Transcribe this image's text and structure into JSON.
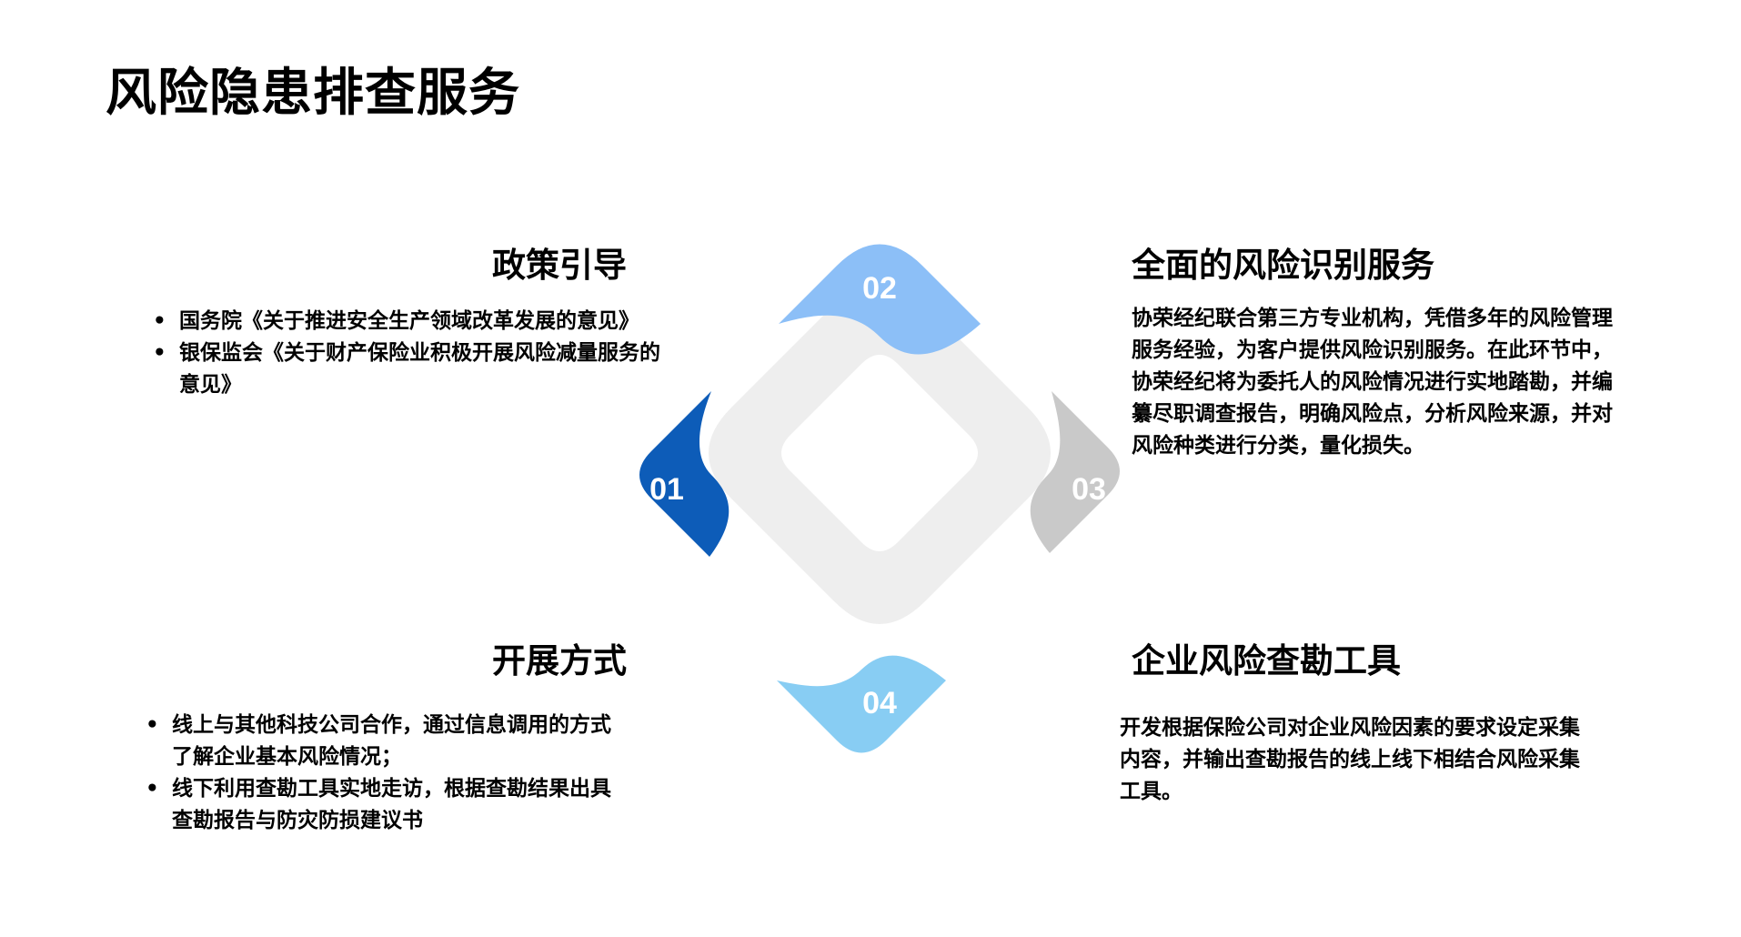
{
  "title": "风险隐患排查服务",
  "colors": {
    "node_01": "#0D5CB8",
    "node_02": "#8CBFF7",
    "node_03": "#C9C9C9",
    "node_04": "#88CDF3",
    "ring": "#EEEEEE",
    "number_text": "#FFFFFF"
  },
  "diagram": {
    "nodes": [
      {
        "number": "01"
      },
      {
        "number": "02"
      },
      {
        "number": "03"
      },
      {
        "number": "04"
      }
    ]
  },
  "sections": {
    "policy": {
      "heading": "政策引导",
      "bullets": [
        "国务院《关于推进安全生产领域改革发展的意见》",
        "银保监会《关于财产保险业积极开展风险减量服务的意见》"
      ]
    },
    "identification": {
      "heading": "全面的风险识别服务",
      "paragraph": "协荣经纪联合第三方专业机构，凭借多年的风险管理服务经验，为客户提供风险识别服务。在此环节中，协荣经纪将为委托人的风险情况进行实地踏勘，并编纂尽职调查报告，明确风险点，分析风险来源，并对风险种类进行分类，量化损失。"
    },
    "method": {
      "heading": "开展方式",
      "bullets": [
        "线上与其他科技公司合作，通过信息调用的方式了解企业基本风险情况；",
        "线下利用查勘工具实地走访，根据查勘结果出具查勘报告与防灾防损建议书"
      ]
    },
    "tool": {
      "heading": "企业风险查勘工具",
      "paragraph": "开发根据保险公司对企业风险因素的要求设定采集内容，并输出查勘报告的线上线下相结合风险采集工具。"
    }
  }
}
